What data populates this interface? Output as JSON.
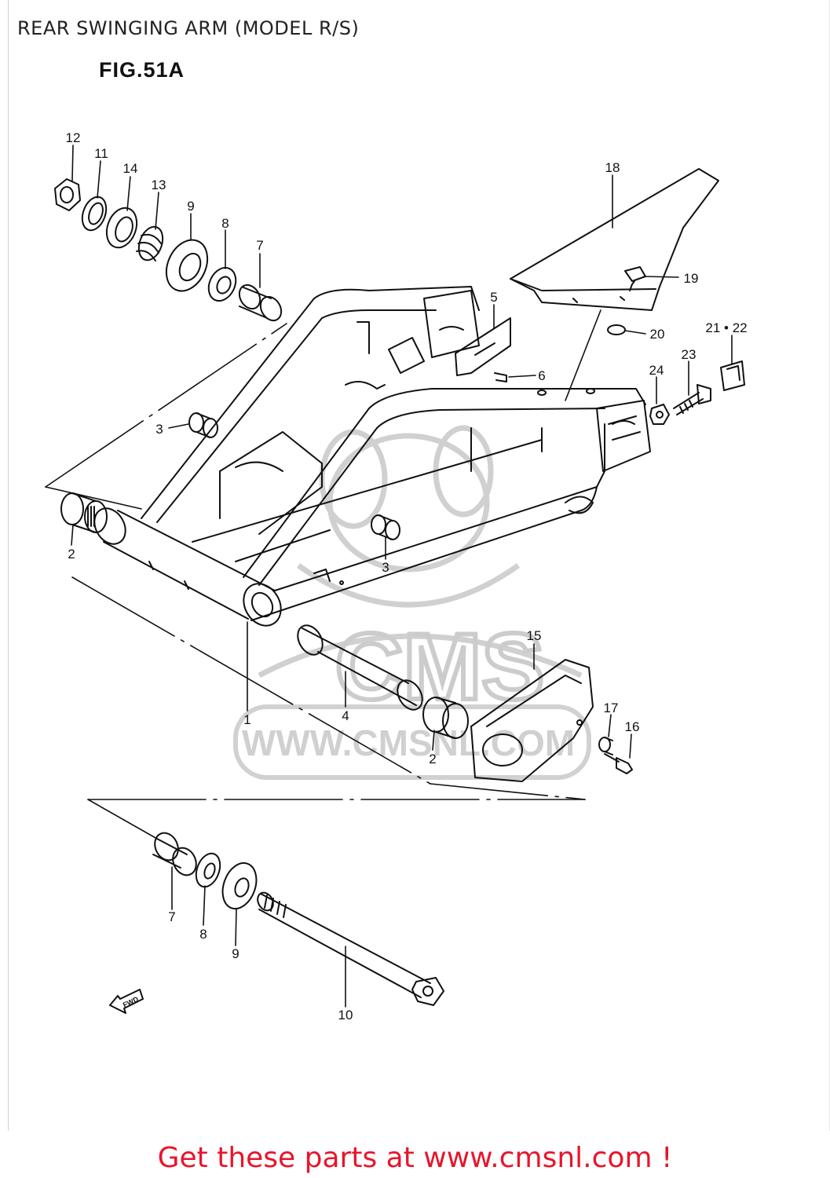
{
  "page_title": "REAR SWINGING ARM (MODEL R/S)",
  "figure_label": "FIG.51A",
  "watermark": {
    "brand": "CMS",
    "url": "WWW.CMSNL.COM"
  },
  "fwd_label": "FWD",
  "callouts": {
    "p1": "1",
    "p2a": "2",
    "p2b": "2",
    "p3a": "3",
    "p3b": "3",
    "p4": "4",
    "p5": "5",
    "p6": "6",
    "p7a": "7",
    "p7b": "7",
    "p8a": "8",
    "p8b": "8",
    "p9a": "9",
    "p9b": "9",
    "p10": "10",
    "p11": "11",
    "p12": "12",
    "p13": "13",
    "p14": "14",
    "p15": "15",
    "p16": "16",
    "p17": "17",
    "p18": "18",
    "p19": "19",
    "p20": "20",
    "p21_22": "21 • 22",
    "p23": "23",
    "p24": "24"
  },
  "footer": {
    "prefix": "Get these parts at ",
    "link": "www.cmsnl.com",
    "suffix": " !"
  },
  "colors": {
    "line": "#111111",
    "watermark": "#cccccc",
    "cta": "#e8152b"
  }
}
